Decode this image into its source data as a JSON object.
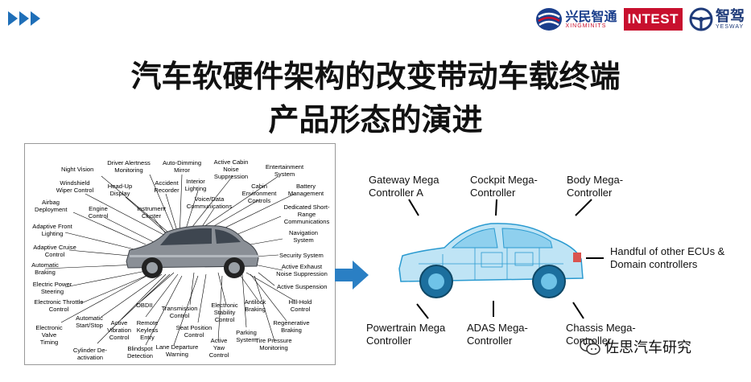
{
  "header": {
    "xingminits_cn": "兴民智通",
    "xingminits_en": "XINGMINITS",
    "intest": "INTEST",
    "yesway_cn": "智驾",
    "yesway_en": "YESWAY"
  },
  "title": {
    "line1": "汽车软硬件架构的改变带动车载终端",
    "line2": "产品形态的演进"
  },
  "left_diagram": {
    "labels": [
      "Night Vision",
      "Driver Alertness Monitoring",
      "Auto-Dimming Mirror",
      "Active Cabin Noise Suppression",
      "Entertainment System",
      "Windshield Wiper Control",
      "Head-Up Display",
      "Accident Recorder",
      "Interior Lighting",
      "Cabin Environment Controls",
      "Battery Management",
      "Airbag Deployment",
      "Engine Control",
      "Instrument Cluster",
      "Voice/Data Communications",
      "Dedicated Short-Range Communications",
      "Adaptive Front Lighting",
      "Navigation System",
      "Adaptive Cruise Control",
      "Security System",
      "Automatic Braking",
      "Active Exhaust Noise Suppression",
      "Electric Power Steering",
      "Active Suspension",
      "Electronic Throttle Control",
      "OBDII",
      "Transmission Control",
      "Electronic Stability Control",
      "Antilock Braking",
      "Hill-Hold Control",
      "Electronic Valve Timing",
      "Automatic Start/Stop",
      "Active Vibration Control",
      "Remote Keyless Entry",
      "Seat Position Control",
      "Parking System",
      "Regenerative Braking",
      "Cylinder De-activation",
      "Blindspot Detection",
      "Lane Departure Warning",
      "Active Yaw Control",
      "Tire Pressure Monitoring"
    ]
  },
  "right_diagram": {
    "labels": [
      "Gateway Mega Controller A",
      "Cockpit Mega-Controller",
      "Body Mega-Controller",
      "Handful of other ECUs & Domain controllers",
      "Powertrain Mega Controller",
      "ADAS Mega-Controller",
      "Chassis Mega-Controller"
    ]
  },
  "watermark": {
    "text": "佐思汽车研究"
  },
  "colors": {
    "accent_blue": "#1f6fb8",
    "intest_red": "#c8102e",
    "car_blue": "#35a8d8"
  }
}
